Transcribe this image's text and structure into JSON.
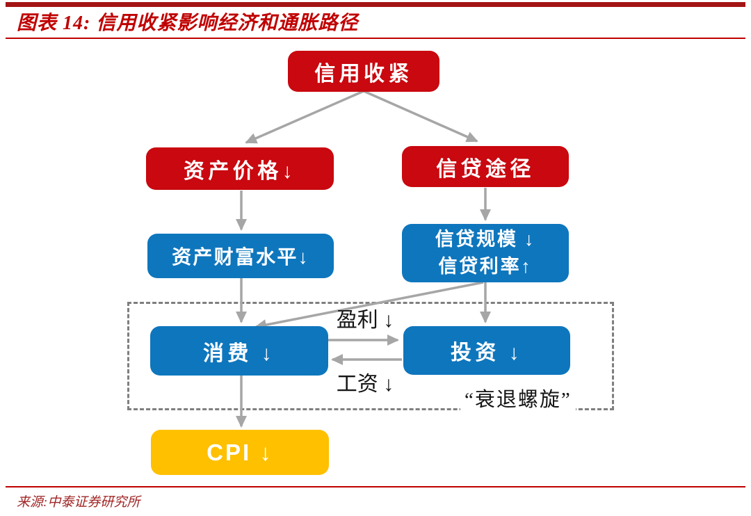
{
  "header": {
    "title": "图表 14:  信用收紧影响经济和通胀路径"
  },
  "nodes": {
    "credit_tightening": "信用收紧",
    "asset_price": "资产价格↓",
    "credit_channel": "信贷途径",
    "asset_wealth": "资产财富水平↓",
    "credit_scale_line1": "信贷规模 ↓",
    "credit_scale_line2": "信贷利率↑",
    "consumption": "消费 ↓",
    "investment": "投资 ↓",
    "cpi": "CPI ↓"
  },
  "edge_labels": {
    "profit": "盈利 ↓",
    "wage": "工资 ↓",
    "recession_spiral": "“衰退螺旋”"
  },
  "edges": [
    {
      "from": "信用收紧",
      "to": "资产价格↓"
    },
    {
      "from": "信用收紧",
      "to": "信贷途径"
    },
    {
      "from": "资产价格↓",
      "to": "资产财富水平↓"
    },
    {
      "from": "信贷途径",
      "to": "信贷规模↓信贷利率↑"
    },
    {
      "from": "资产财富水平↓",
      "to": "消费↓"
    },
    {
      "from": "信贷规模↓信贷利率↑",
      "to": "投资↓"
    },
    {
      "from": "信贷规模↓信贷利率↑",
      "to": "消费↓"
    },
    {
      "from": "消费↓",
      "to": "投资↓",
      "label": "盈利↓"
    },
    {
      "from": "投资↓",
      "to": "消费↓",
      "label": "工资↓"
    },
    {
      "from": "消费↓",
      "to": "CPI↓"
    }
  ],
  "footer": {
    "source": "来源:中泰证券研究所"
  },
  "colors": {
    "node_red": "#C9080F",
    "node_blue": "#0E76BD",
    "node_yellow": "#FFC000",
    "arrow_gray": "#A6A6A6",
    "dash_gray": "#7F7F7F",
    "title_red": "#C00000",
    "top_bar_red": "#A31414"
  }
}
